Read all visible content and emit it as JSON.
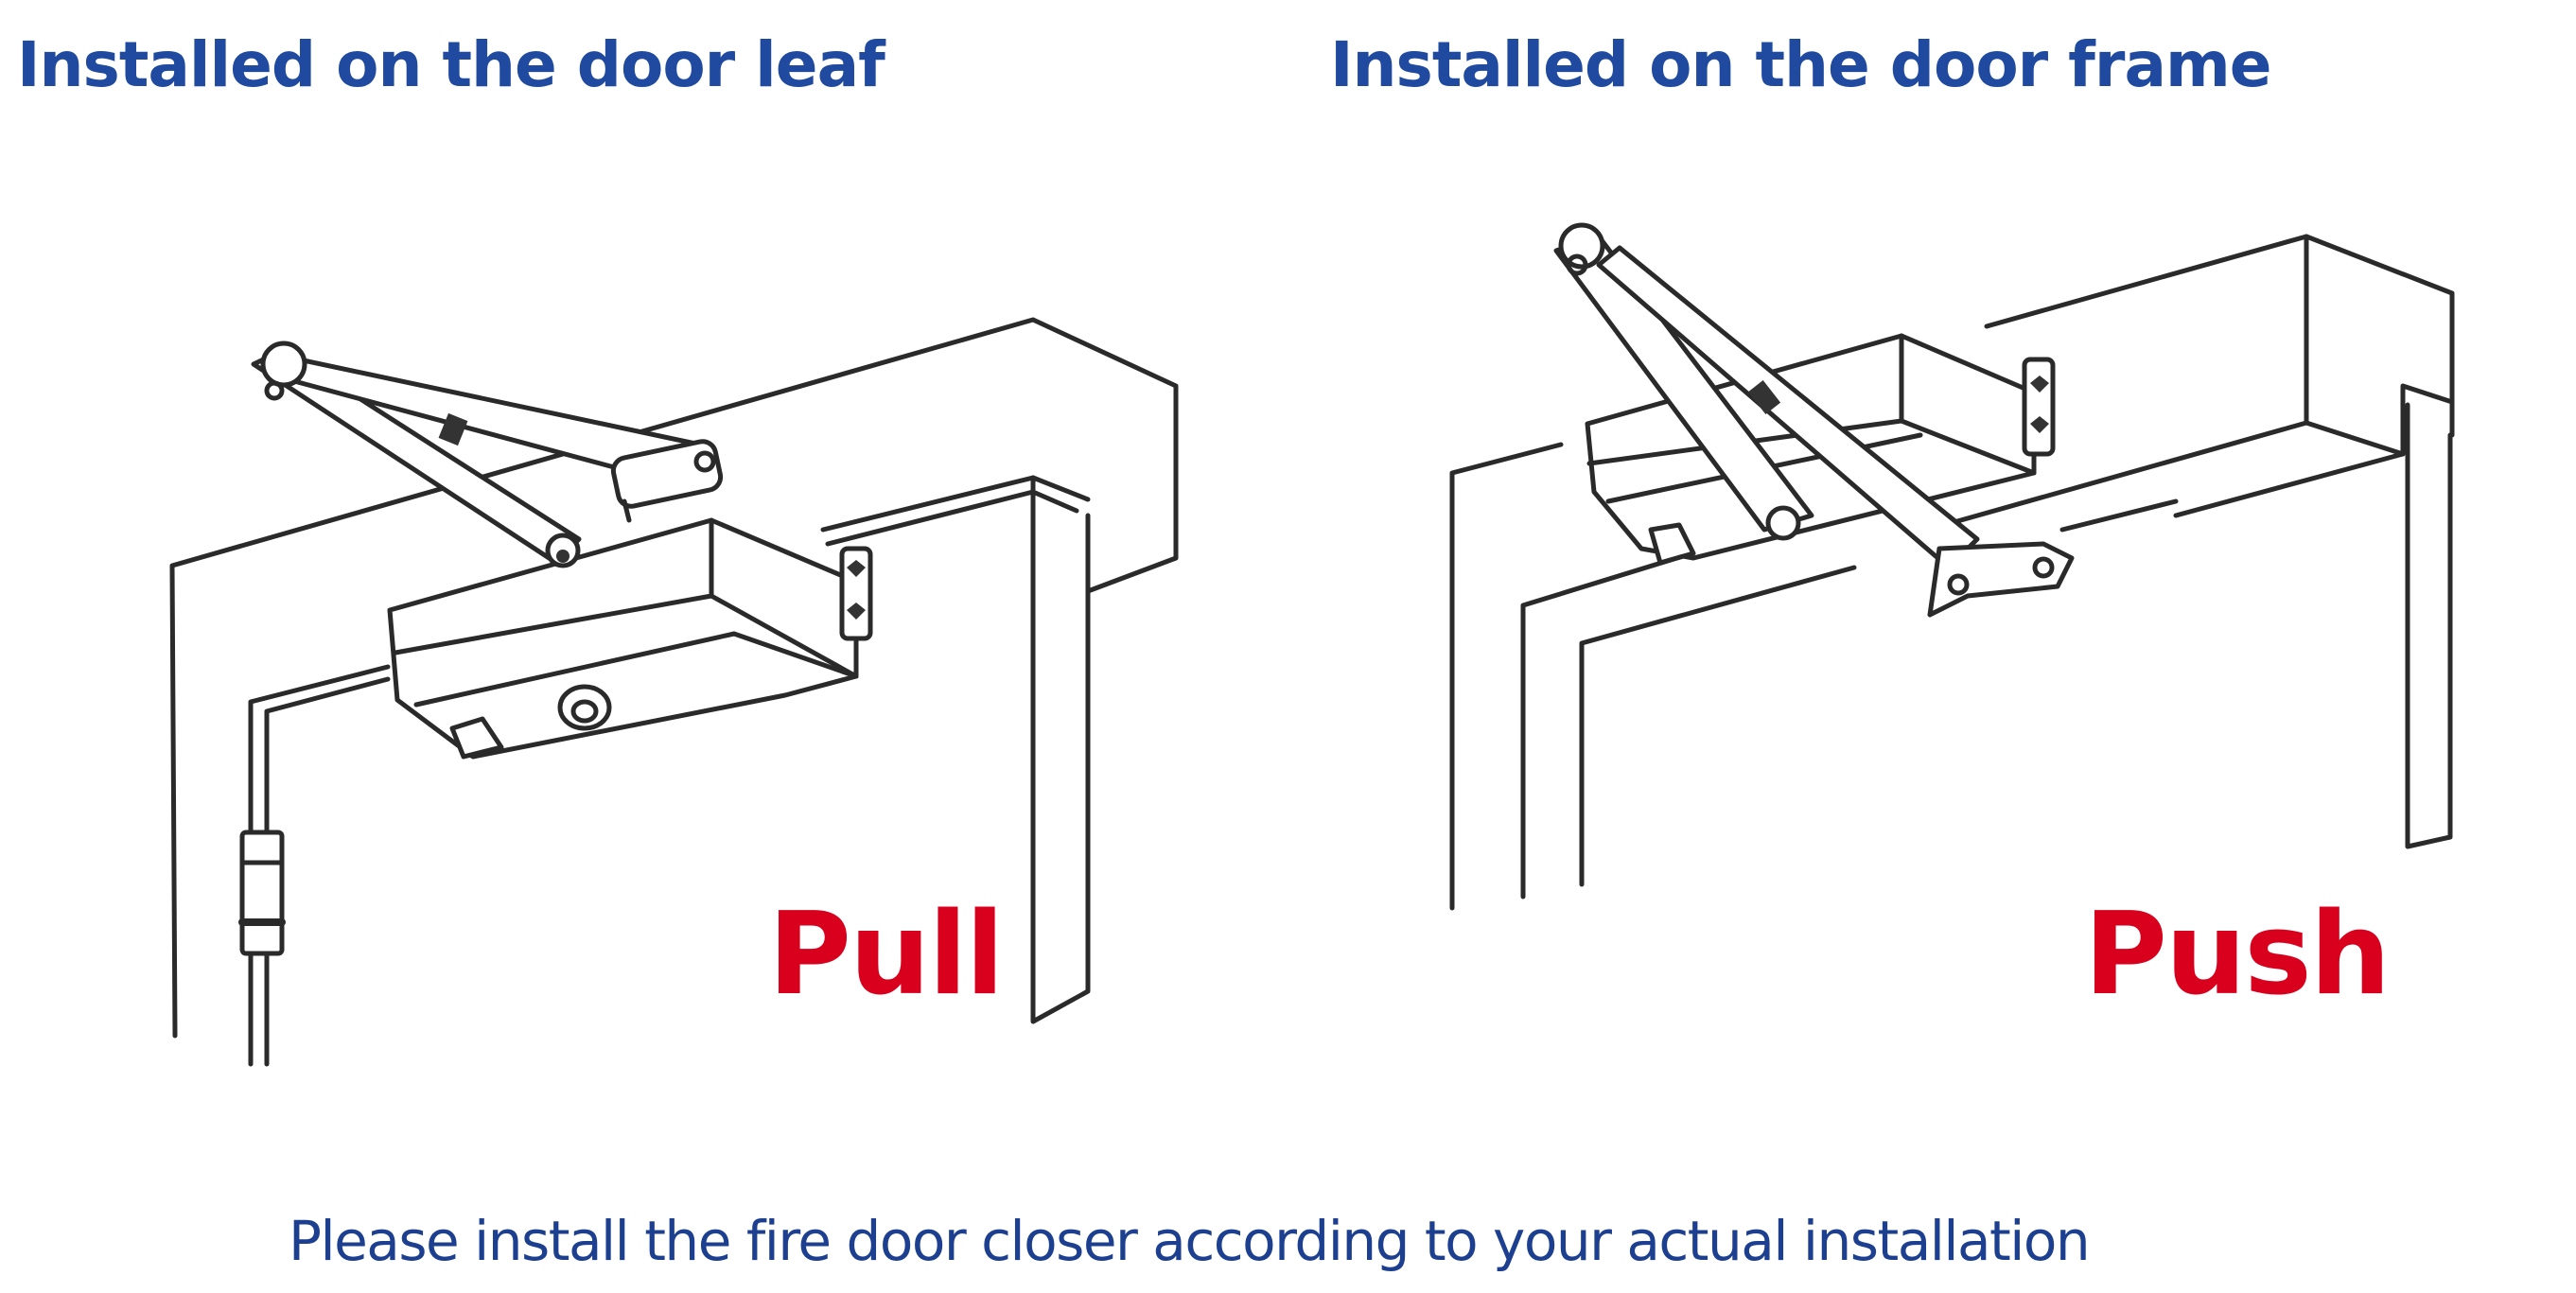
{
  "headings": {
    "left": "Installed on the door leaf",
    "right": "Installed on the door frame"
  },
  "labels": {
    "left_action": "Pull",
    "right_action": "Push"
  },
  "caption": "Please install the fire door closer according to your actual installation",
  "colors": {
    "heading": "#1f4aa0",
    "action": "#d8001c",
    "caption": "#1d3f8f",
    "line_art": "#2a2a2a",
    "background": "#ffffff"
  },
  "panels": [
    {
      "id": "door-leaf",
      "illustration": "door-closer-mounted-on-door-leaf",
      "action_label_key": "left_action"
    },
    {
      "id": "door-frame",
      "illustration": "door-closer-mounted-on-door-frame",
      "action_label_key": "right_action"
    }
  ]
}
